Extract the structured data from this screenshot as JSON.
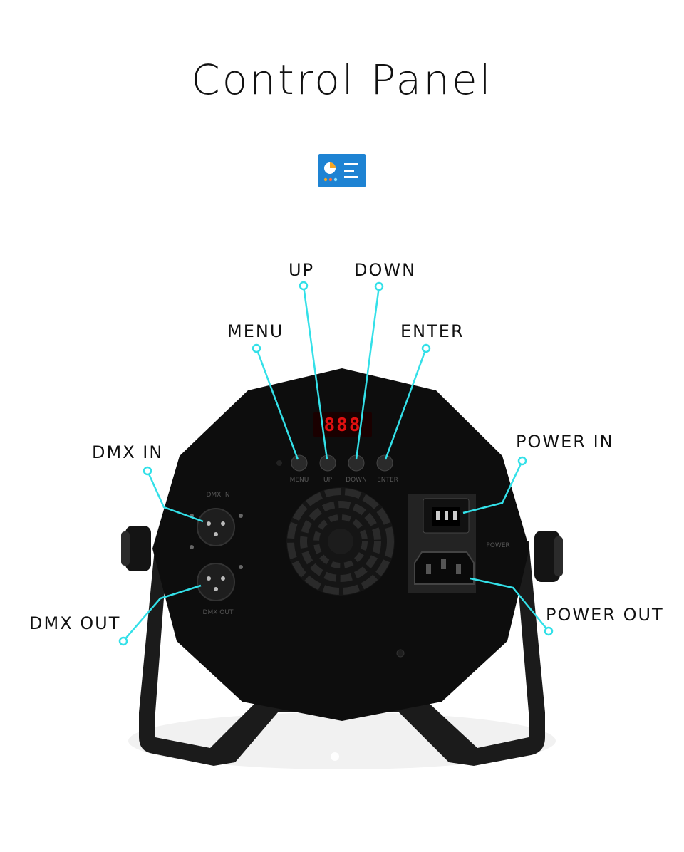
{
  "page": {
    "title": "Control Panel"
  },
  "labels": {
    "up": "UP",
    "down": "DOWN",
    "menu": "MENU",
    "enter": "ENTER",
    "dmx_in": "DMX IN",
    "power_in": "POWER IN",
    "dmx_out": "DMX OUT",
    "power_out": "POWER OUT"
  },
  "device_print": {
    "display": "888",
    "btn_menu": "MENU",
    "btn_up": "UP",
    "btn_down": "DOWN",
    "btn_enter": "ENTER",
    "dmx_in": "DMX IN",
    "dmx_out": "DMX OUT",
    "power": "POWER"
  },
  "colors": {
    "callout_line": "#33e0e8",
    "icon_bg": "#1e83d3",
    "device_body": "#0d0d0d",
    "display_digits": "#e01010"
  },
  "icons": {
    "header_icon": "control-panel-icon"
  }
}
